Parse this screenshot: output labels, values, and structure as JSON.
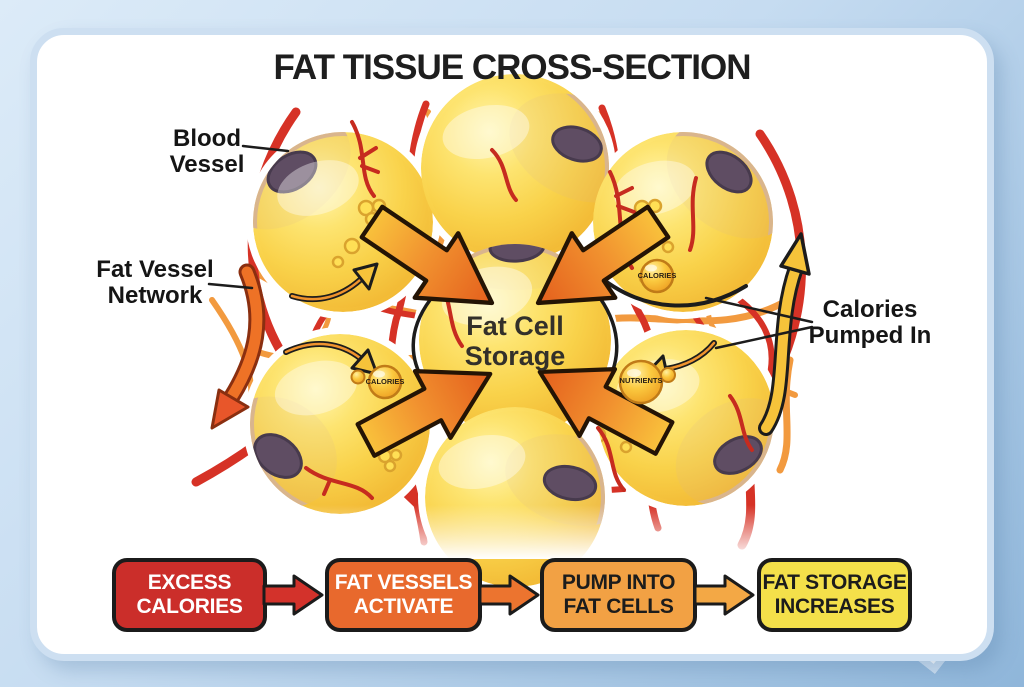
{
  "title": "FAT TISSUE CROSS-SECTION",
  "labels": {
    "blood_vessel": "Blood\nVessel",
    "fat_vessel_network": "Fat Vessel\nNetwork",
    "fat_cell_storage": "Fat Cell\nStorage",
    "calories_pumped_in": "Calories\nPumped In"
  },
  "markers": {
    "calories_top": "CALORIES",
    "calories_left": "CALORIES",
    "nutrients": "NUTRIENTS"
  },
  "flow_steps": [
    {
      "label": "EXCESS\nCALORIES",
      "bg": "#cb2e2a",
      "fg": "#ffffff"
    },
    {
      "label": "FAT VESSELS\nACTIVATE",
      "bg": "#e8692d",
      "fg": "#ffffff"
    },
    {
      "label": "PUMP INTO\nFAT CELLS",
      "bg": "#f2a144",
      "fg": "#1c1c1c"
    },
    {
      "label": "FAT STORAGE\nINCREASES",
      "bg": "#f4e04a",
      "fg": "#1c1c1c"
    }
  ],
  "flow_arrows": [
    {
      "color": "#d3322b"
    },
    {
      "color": "#ec742f"
    },
    {
      "color": "#f3a845"
    }
  ],
  "colors": {
    "background_top": "#dcebf8",
    "background_bottom": "#8fb6da",
    "panel": "#ffffff",
    "panel_border": "#cddff1",
    "cell_fill": "#f9d24a",
    "cell_membrane": "#d9b58d",
    "nucleus": "#5f4d63",
    "blood_vessel": "#d63226",
    "fat_vessel": "#f29a3f",
    "inward_arrow": "#e9671f",
    "text": "#1b1b1b"
  }
}
